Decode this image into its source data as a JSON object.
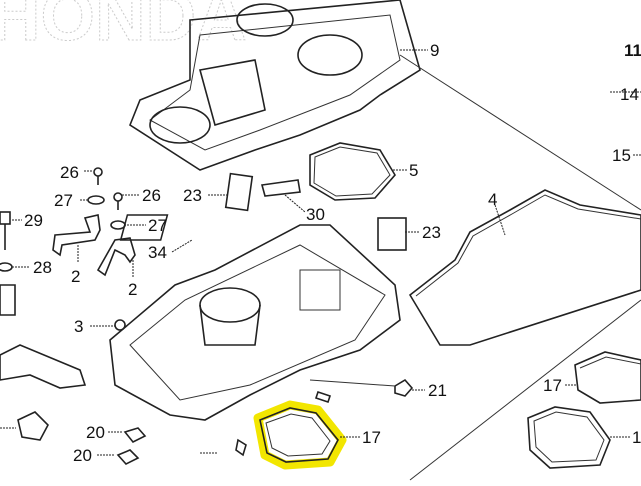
{
  "diagram": {
    "highlight_color": "#f2e600",
    "highlighted_part": "17",
    "callouts": {
      "p9": "9",
      "p11": "11",
      "p14": "14",
      "p15": "15",
      "p5": "5",
      "p4": "4",
      "p23a": "23",
      "p30": "30",
      "p23b": "23",
      "p34": "34",
      "p26a": "26",
      "p27a": "27",
      "p26b": "26",
      "p27b": "27",
      "p29": "29",
      "p28": "28",
      "p2a": "2",
      "p2b": "2",
      "p3": "3",
      "p21": "21",
      "p17a": "17",
      "p17b": "17",
      "p1": "1",
      "p20a": "20",
      "p20b": "20"
    }
  }
}
